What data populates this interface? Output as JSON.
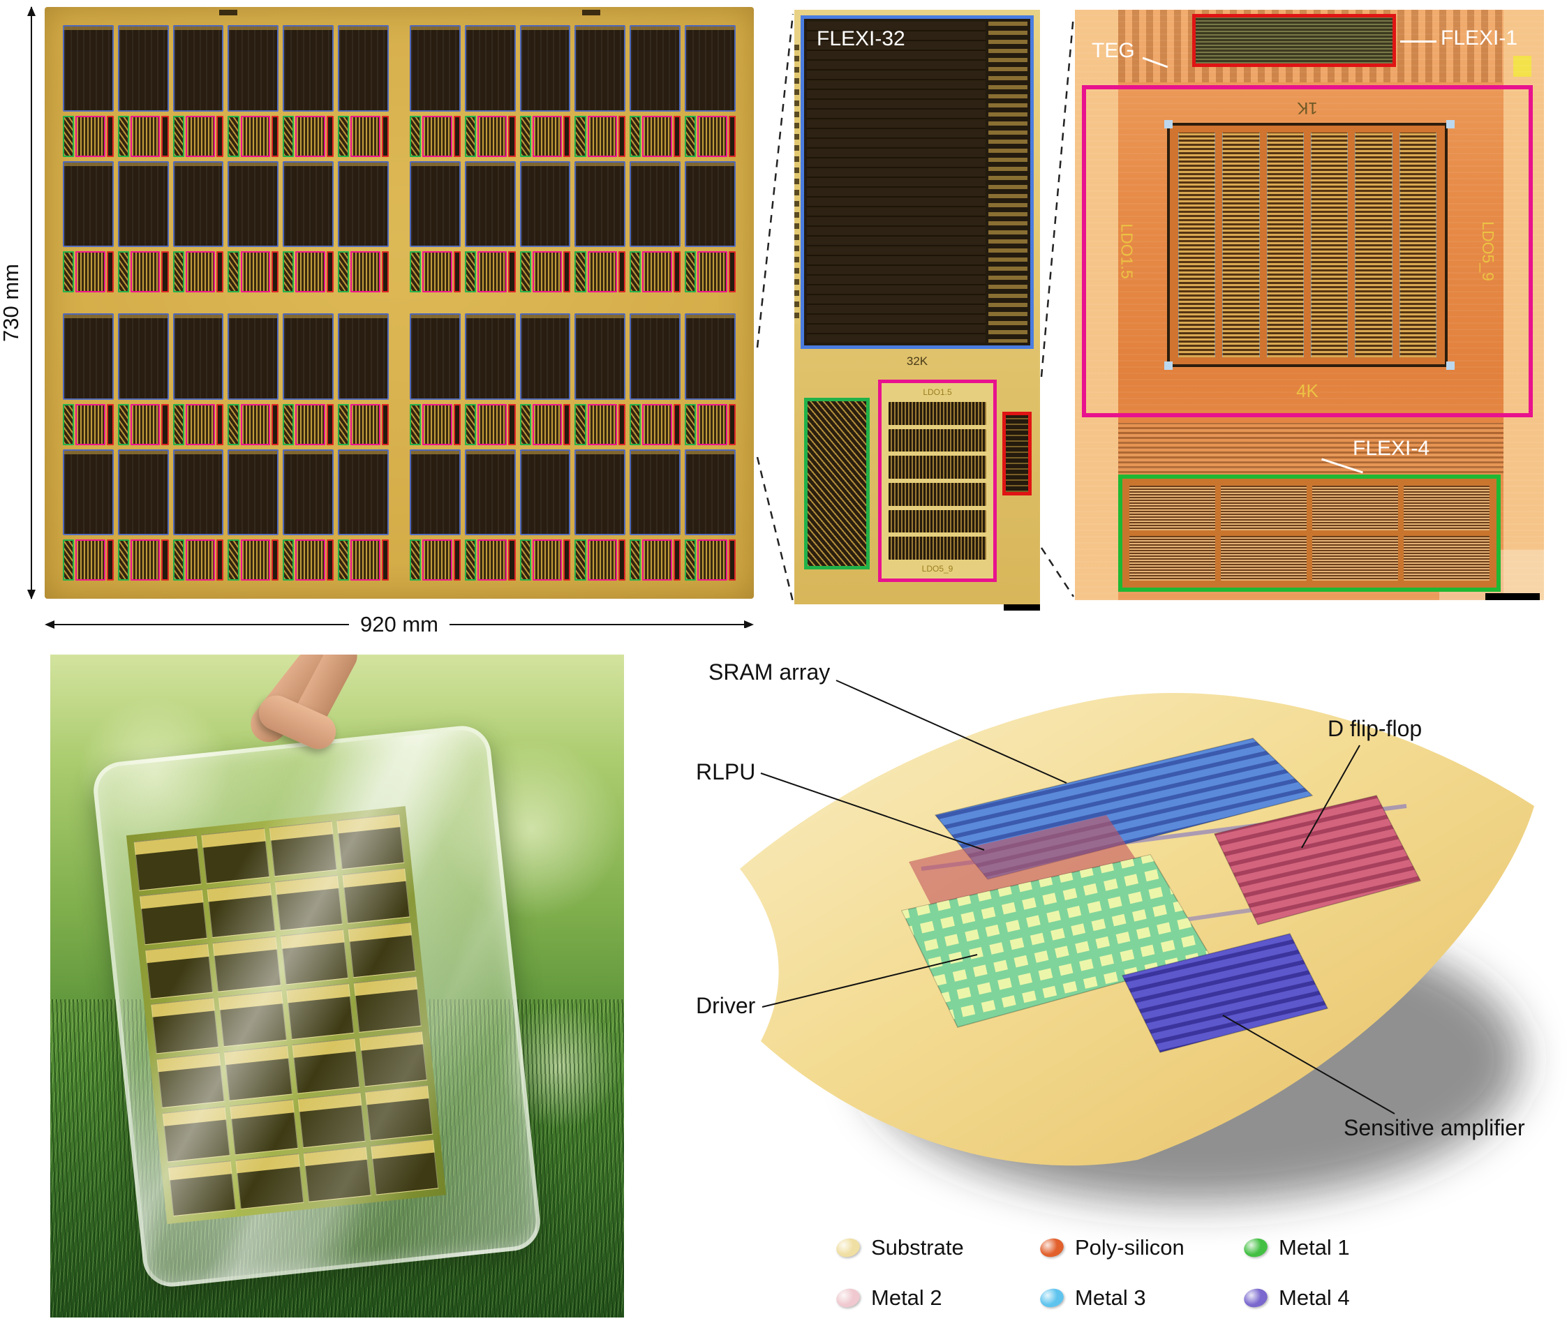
{
  "panel_substrate": {
    "height_label": "730 mm",
    "width_label": "920 mm",
    "layout": {
      "quadrants": 4,
      "module_cols": 6,
      "module_rows": 4
    }
  },
  "panel_die": {
    "name": "FLEXI-32",
    "array_label": "32K",
    "ldo_top_label": "LDO1.5",
    "ldo_bottom_label": "LDO5_9",
    "ldo_block_count": 6,
    "outline_colors": {
      "array": "#4a7de0",
      "flexi4": "#21b24a",
      "ldo": "#e8128e",
      "flexi1": "#e01414"
    }
  },
  "panel_micrograph": {
    "teg_label": "TEG",
    "flexi1_label": "FLEXI-1",
    "flexi4_label": "FLEXI-4",
    "array_top_label": "1K",
    "array_bottom_label": "4K",
    "ldo_left_label": "LDO1.5",
    "ldo_right_label": "LDO5_9",
    "array_column_count": 6,
    "flexi4_cell_count": 8
  },
  "photo_panel": {
    "sheet_grid": {
      "cols": 4,
      "rows": 7
    }
  },
  "diagram": {
    "labels": {
      "sram": "SRAM array",
      "rlpu": "RLPU",
      "driver": "Driver",
      "dff": "D flip-flop",
      "sense_amp": "Sensitive amplifier"
    },
    "legend": [
      {
        "label": "Substrate",
        "color": "#f0dfa2"
      },
      {
        "label": "Poly-silicon",
        "color": "#e2602c"
      },
      {
        "label": "Metal 1",
        "color": "#43c043"
      },
      {
        "label": "Metal 2",
        "color": "#efc9cf"
      },
      {
        "label": "Metal 3",
        "color": "#5ec4ee"
      },
      {
        "label": "Metal 4",
        "color": "#7a68ce"
      }
    ]
  }
}
